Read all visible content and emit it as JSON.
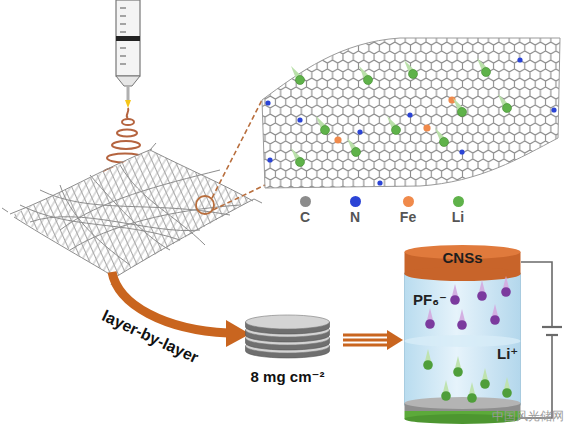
{
  "diagram": {
    "nodes": [
      {
        "text": [
          "8 mg cm⁻²"
        ]
      },
      {
        "text": [
          "PF₆⁻",
          "Li⁺"
        ]
      },
      {
        "text": [
          "CNSs"
        ],
        "in": 1
      }
    ],
    "edges": [
      {
        "from": 0,
        "to": 1,
        "arrow": "to"
      }
    ],
    "labels": [
      "layer-by-layer",
      "中国风光储网"
    ],
    "legend": [
      {
        "text": "C",
        "color": "#8c8c8c"
      },
      {
        "text": "N",
        "color": "#2b44d6"
      },
      {
        "text": "Fe",
        "color": "#f08a4b"
      },
      {
        "text": "Li",
        "color": "#5fb24a"
      }
    ]
  }
}
